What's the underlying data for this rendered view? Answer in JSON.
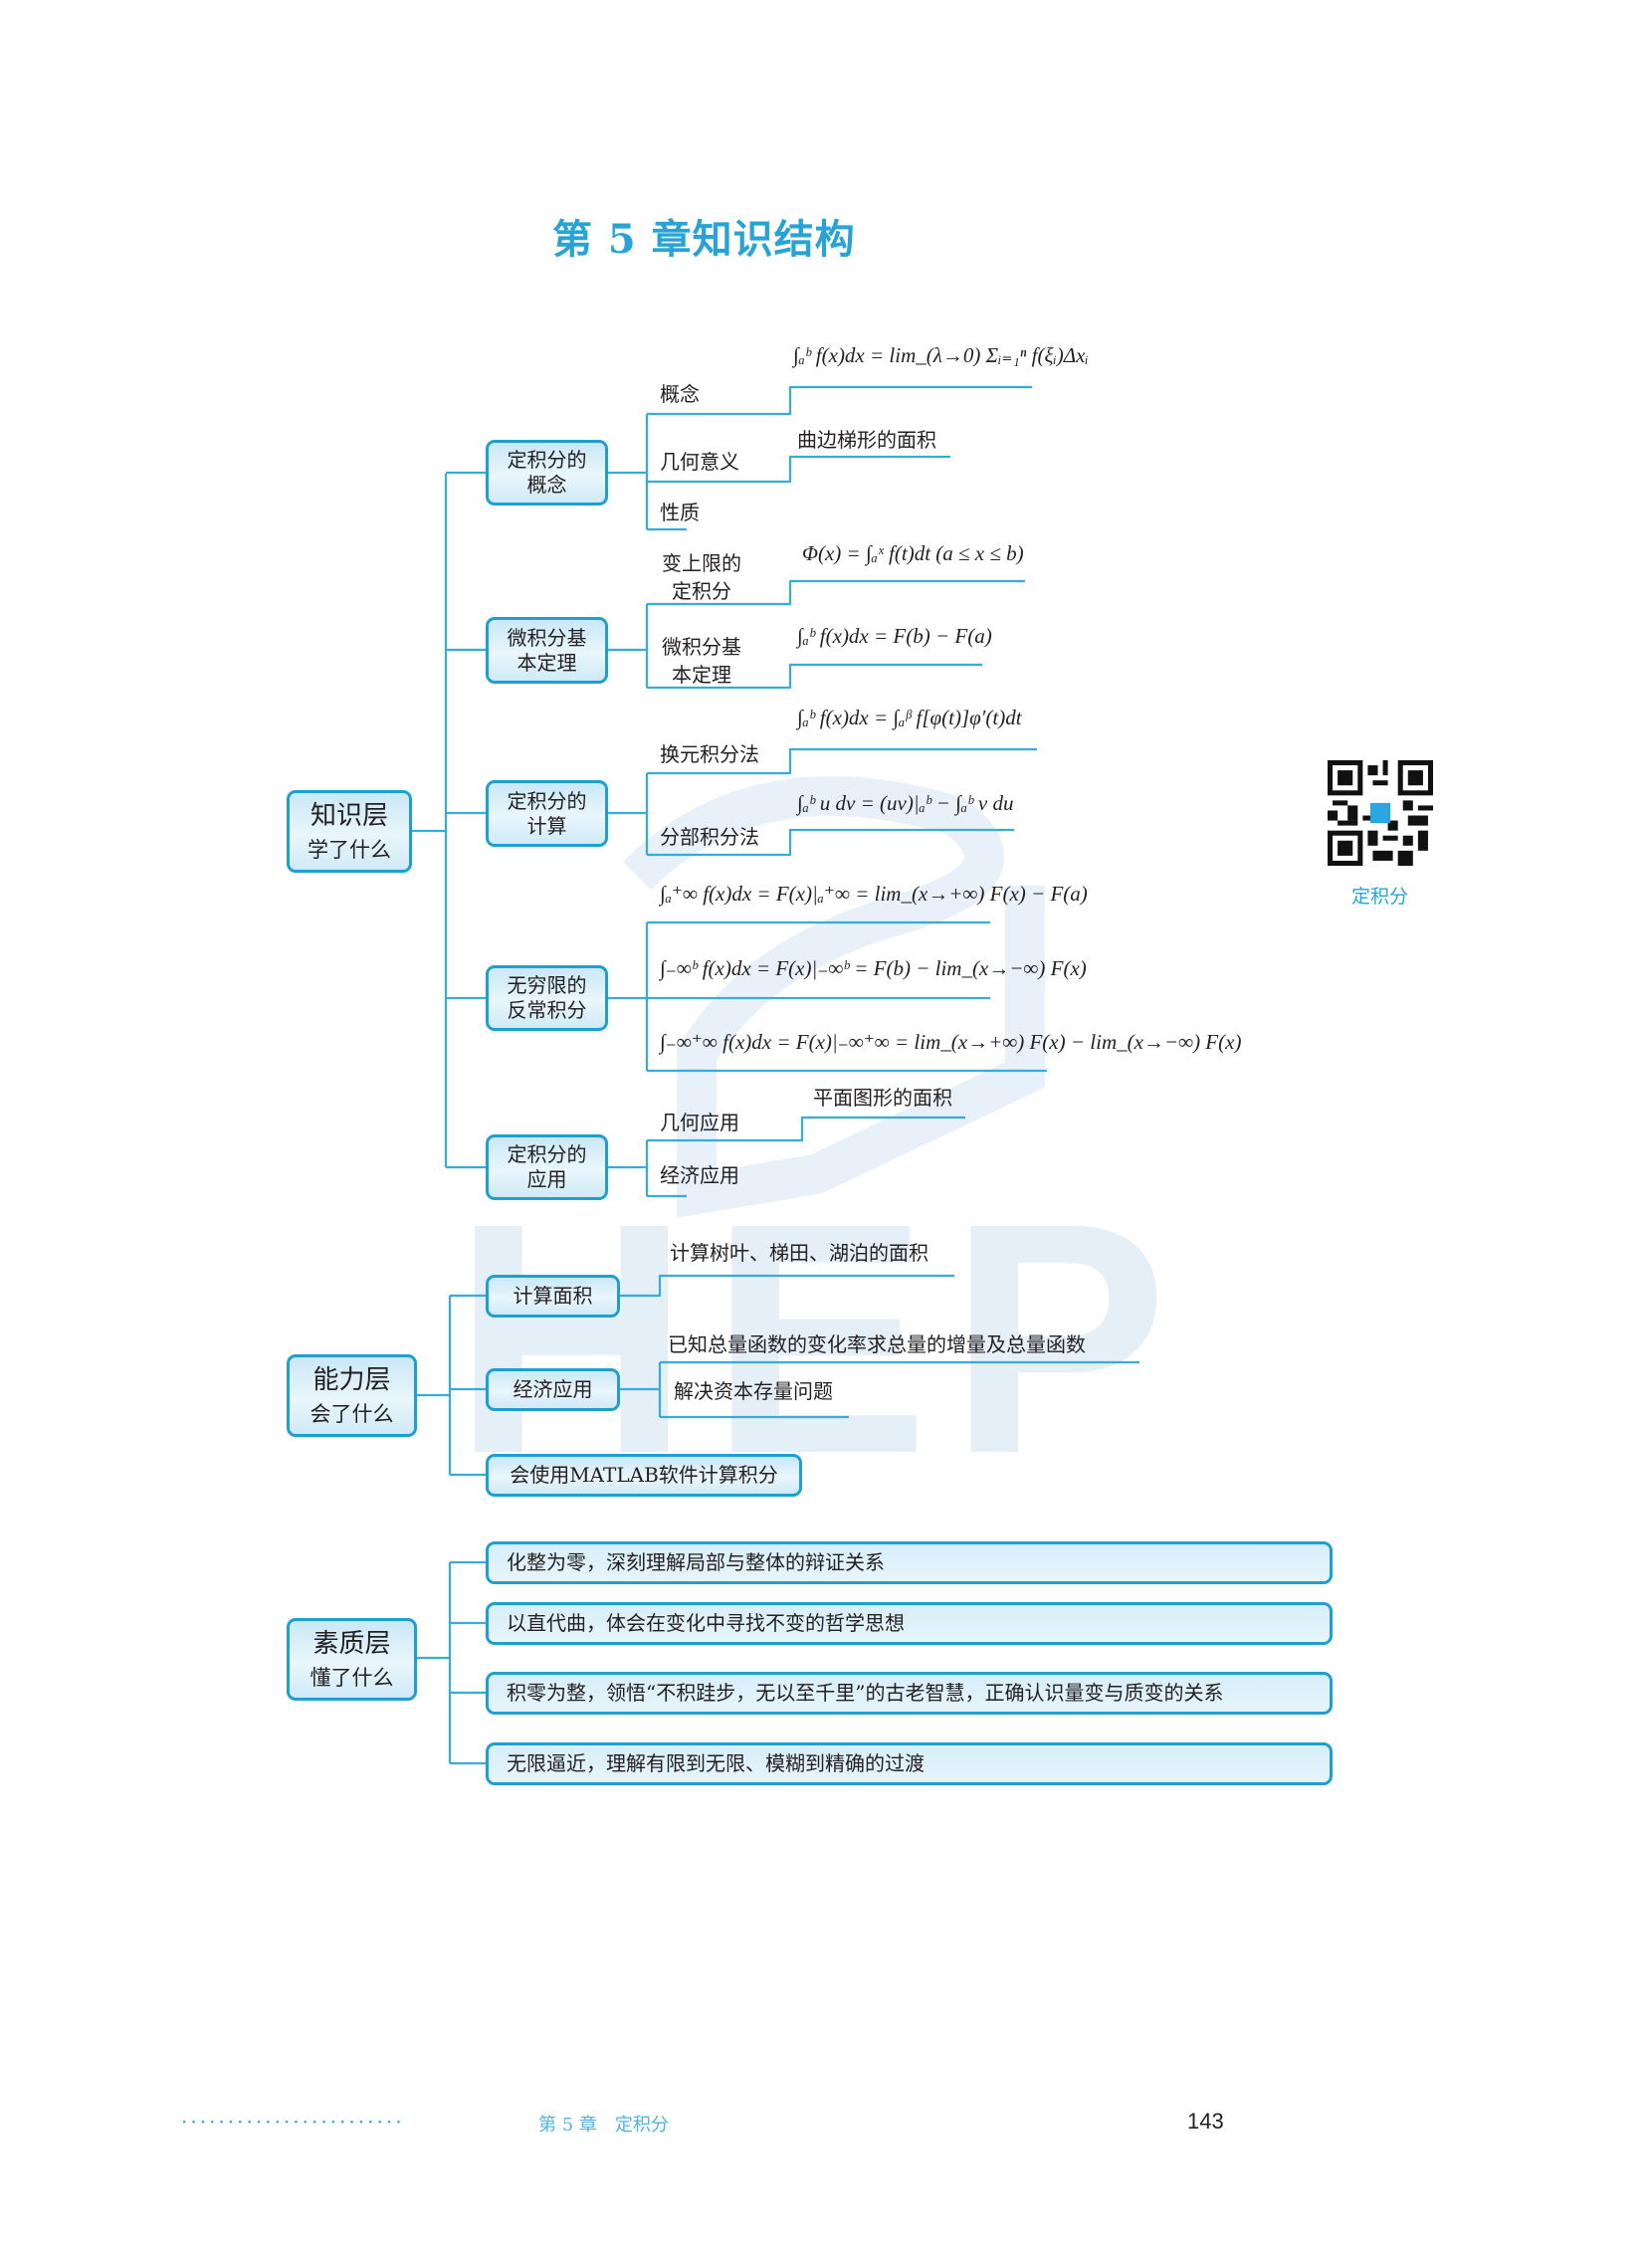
{
  "title": "第 5 章知识结构",
  "watermark": "HEP",
  "colors": {
    "accent": "#1e9fd0",
    "title": "#27a3d6",
    "box_fill": "#d7eefa"
  },
  "knowledge": {
    "root": {
      "line1": "知识层",
      "line2": "学了什么"
    },
    "concept": {
      "label": "定积分的概念",
      "items": [
        "概念",
        "几何意义",
        "性质"
      ],
      "definition_formula": "∫ₐᵇ f(x)dx = lim_(λ→0) Σᵢ₌₁ⁿ f(ξᵢ)Δxᵢ",
      "geometric_meaning": "曲边梯形的面积"
    },
    "fundamental": {
      "label": "微积分基本定理",
      "items": [
        "变上限的定积分",
        "微积分基本定理"
      ],
      "upper_limit_formula": "Φ(x) = ∫ₐˣ f(t)dt (a ≤ x ≤ b)",
      "newton_leibniz_formula": "∫ₐᵇ f(x)dx = F(b) − F(a)"
    },
    "computation": {
      "label": "定积分的计算",
      "items": [
        "换元积分法",
        "分部积分法"
      ],
      "substitution_formula": "∫ₐᵇ f(x)dx = ∫ₐᵝ f[φ(t)]φ′(t)dt",
      "parts_formula": "∫ₐᵇ u dv = (uv)|ₐᵇ − ∫ₐᵇ v du"
    },
    "improper": {
      "label": "无穷限的反常积分",
      "formulas": [
        "∫ₐ⁺∞ f(x)dx = F(x)|ₐ⁺∞ = lim_(x→+∞) F(x) − F(a)",
        "∫₋∞ᵇ f(x)dx = F(x)|₋∞ᵇ = F(b) − lim_(x→−∞) F(x)",
        "∫₋∞⁺∞ f(x)dx = F(x)|₋∞⁺∞ = lim_(x→+∞) F(x) − lim_(x→−∞) F(x)"
      ]
    },
    "application": {
      "label": "定积分的应用",
      "items": [
        "几何应用",
        "经济应用"
      ],
      "geometric_detail": "平面图形的面积"
    }
  },
  "ability": {
    "root": {
      "line1": "能力层",
      "line2": "会了什么"
    },
    "area": {
      "label": "计算面积",
      "detail": "计算树叶、梯田、湖泊的面积"
    },
    "economy": {
      "label": "经济应用",
      "details": [
        "已知总量函数的变化率求总量的增量及总量函数",
        "解决资本存量问题"
      ]
    },
    "matlab": "会使用MATLAB软件计算积分"
  },
  "quality": {
    "root": {
      "line1": "素质层",
      "line2": "懂了什么"
    },
    "items": [
      "化整为零，深刻理解局部与整体的辩证关系",
      "以直代曲，体会在变化中寻找不变的哲学思想",
      "积零为整，领悟“不积跬步，无以至千里”的古老智慧，正确认识量变与质变的关系",
      "无限逼近，理解有限到无限、模糊到精确的过渡"
    ]
  },
  "qr": {
    "icon": "qr-code-icon",
    "label": "定积分"
  },
  "footer": {
    "dots": "························",
    "chapter": "第 5 章　定积分",
    "page_number": "143"
  }
}
